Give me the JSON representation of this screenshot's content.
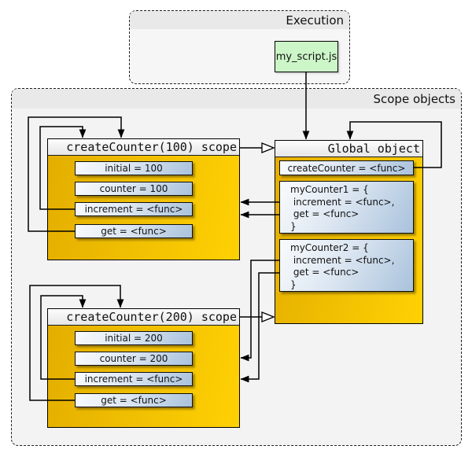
{
  "execution": {
    "title": "Execution",
    "script": "my_script.js"
  },
  "scopes_container": {
    "title": "Scope objects"
  },
  "scope100": {
    "title": "createCounter(100) scope",
    "items": [
      "initial = 100",
      "counter = 100",
      "increment = <func>",
      "get = <func>"
    ]
  },
  "global": {
    "title": "Global object",
    "createCounter": "createCounter = <func>",
    "myCounter1": [
      "myCounter1 = {",
      " increment = <func>,",
      " get = <func>",
      "}"
    ],
    "myCounter2": [
      "myCounter2 = {",
      " increment = <func>,",
      " get = <func>",
      "}"
    ]
  },
  "scope200": {
    "title": "createCounter(200) scope",
    "items": [
      "initial = 200",
      "counter = 200",
      "increment = <func>",
      "get = <func>"
    ]
  },
  "colors": {
    "orange_start": "#e3ae00",
    "orange_end": "#ffd103",
    "item_blue": "#a9c2dc",
    "script_green": "#ccf6c8",
    "band_gray": "#e9e9e9"
  }
}
